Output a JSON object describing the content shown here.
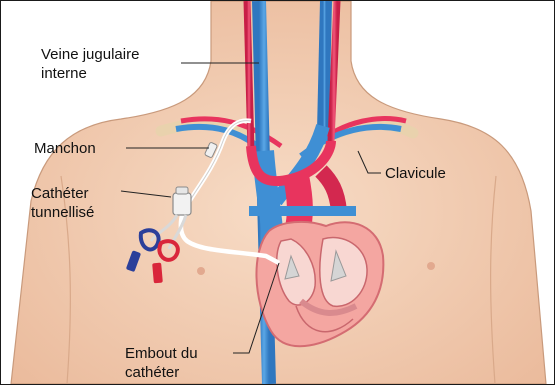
{
  "labels": {
    "internal_jugular": [
      "Veine jugulaire",
      "interne"
    ],
    "cuff": "Manchon",
    "clavicle": "Clavicule",
    "tunneled_catheter": [
      "Cathéter",
      "tunnellisé"
    ],
    "catheter_tip": [
      "Embout du",
      "cathéter"
    ]
  },
  "colors": {
    "skin": "#f5d2b8",
    "vein": "#3f8fd4",
    "artery": "#e8345e",
    "heart": "#f4a6a1",
    "bone": "#efdcbc",
    "line": "#222222"
  }
}
